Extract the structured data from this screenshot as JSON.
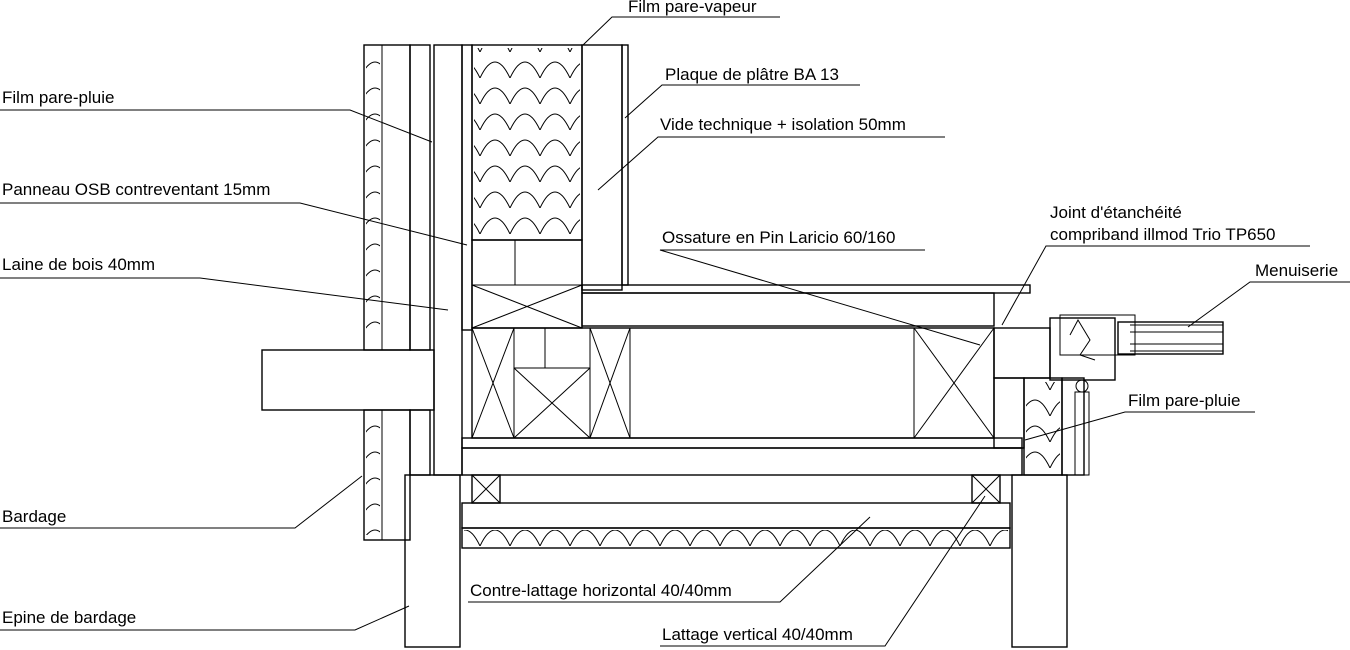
{
  "labels": {
    "film_pare_vapeur": "Film pare-vapeur",
    "plaque_platre": "Plaque de plâtre BA 13",
    "vide_technique": "Vide technique + isolation 50mm",
    "film_pare_pluie_top": "Film pare-pluie",
    "panneau_osb": "Panneau OSB contreventant 15mm",
    "laine_bois": "Laine de bois 40mm",
    "joint_line1": "Joint d'étanchéité",
    "joint_line2": "compriband illmod Trio TP650",
    "ossature": "Ossature en Pin Laricio 60/160",
    "menuiserie": "Menuiserie",
    "film_pare_pluie_right": "Film pare-pluie",
    "bardage": "Bardage",
    "contre_lattage": "Contre-lattage horizontal 40/40mm",
    "epine_bardage": "Epine de bardage",
    "lattage_vertical": "Lattage vertical 40/40mm"
  },
  "colors": {
    "stroke": "#000000",
    "background": "#ffffff"
  }
}
